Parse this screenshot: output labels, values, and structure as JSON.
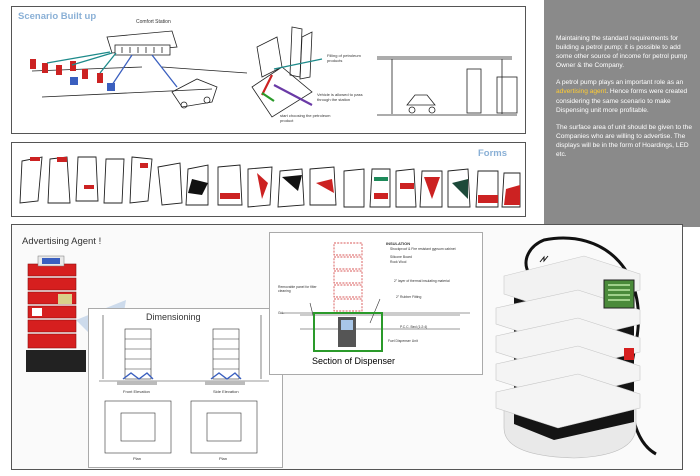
{
  "sections": {
    "scenario_title": "Scenario Built up",
    "forms_title": "Forms",
    "advertising_title": "Advertising Agent !",
    "dimensioning_title": "Dimensioning",
    "section_caption": "Section of Dispenser"
  },
  "sketch_notes": {
    "comfort_station": "Comfort Station",
    "note_1": "Filling of petroleum products",
    "note_2": "Vehicle is allowed to pass through the station",
    "note_3": "start choosing the petroleum product"
  },
  "elevation_labels": {
    "front": "Front Elevation",
    "side": "Side Elevation",
    "plan_left": "Plan",
    "plan_right": "Plan"
  },
  "section_labels": {
    "insulation": "INSULATION",
    "insulation_item_1": "Shockproof & Fire resistant gypsum cabinet",
    "insulation_item_2": "Silicone Board",
    "insulation_item_3": "Rock Wool",
    "removable": "Removable panel for filter cleaning",
    "thermal": "2\" layer of thermal insulating material",
    "rubber": "2\" Rubber Fitting",
    "pcc": "P.C.C. Bed (1:2:4)",
    "fuel": "Fuel Dispenser Unit",
    "gl": "G.L."
  },
  "sidebar": {
    "p1": "Maintaining the standard requirements for building a petrol pump; it is possible to add some other source of income for petrol pump Owner & the Company.",
    "p2_before": "A petrol pump plays an important role as an ",
    "p2_highlight": "advertising agent",
    "p2_after": ". Hence forms were created considering the same scenario to make Dispensing unit more profitable.",
    "p3": "The surface area of unit should be given to the Companies who are willing to advertise. The displays will be in the form of Hoardings, LED etc."
  },
  "colors": {
    "sidebar_bg": "#8a8a8a",
    "highlight": "#ffcc33",
    "title_blue": "#8ab0d6",
    "section_green": "#2a9a2a",
    "accent_red": "#d61f1f"
  }
}
